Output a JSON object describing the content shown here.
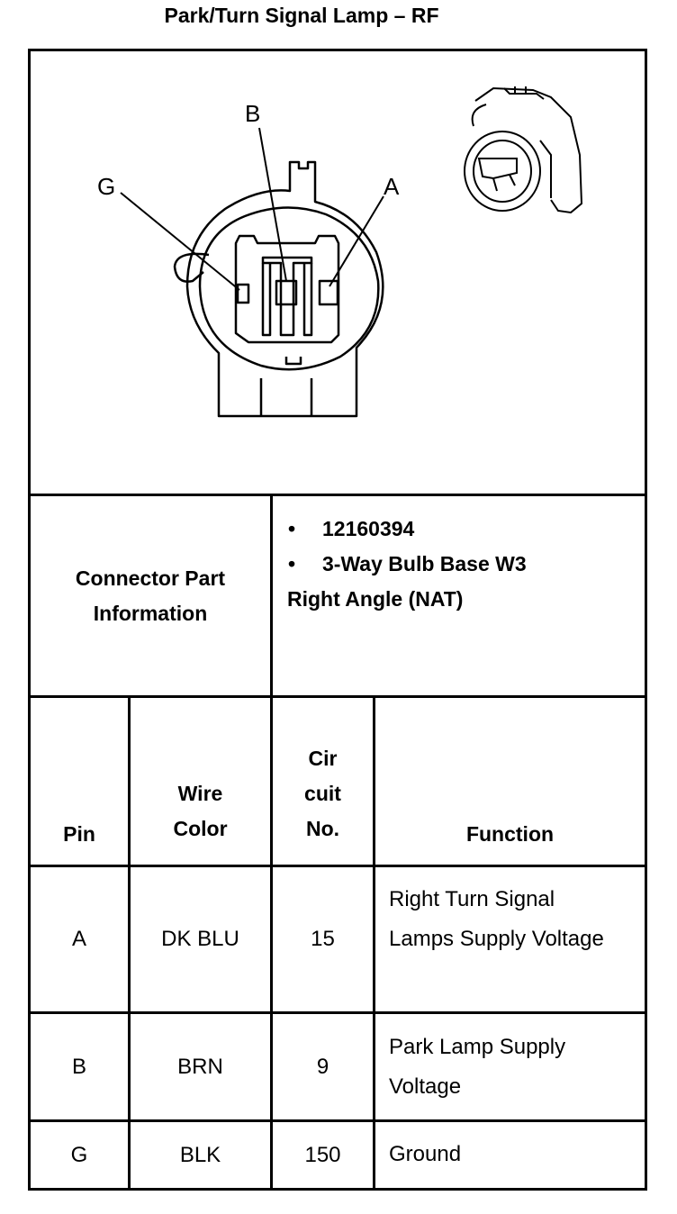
{
  "title": "Park/Turn Signal Lamp – RF",
  "diagram": {
    "pin_labels": [
      "B",
      "G",
      "A"
    ]
  },
  "part_info": {
    "label": "Connector Part Information",
    "bullets": [
      "12160394",
      "3-Way Bulb Base W3"
    ],
    "bullet_continuation": "Right Angle (NAT)"
  },
  "table": {
    "headers": {
      "pin": "Pin",
      "wire_color": "Wire Color",
      "circuit": "Cir cuit No.",
      "function": "Function"
    },
    "rows": [
      {
        "pin": "A",
        "wire": "DK BLU",
        "circuit": "15",
        "function": "Right Turn Signal Lamps Supply Voltage"
      },
      {
        "pin": "B",
        "wire": "BRN",
        "circuit": "9",
        "function": "Park Lamp Supply Voltage"
      },
      {
        "pin": "G",
        "wire": "BLK",
        "circuit": "150",
        "function": "Ground"
      }
    ]
  }
}
